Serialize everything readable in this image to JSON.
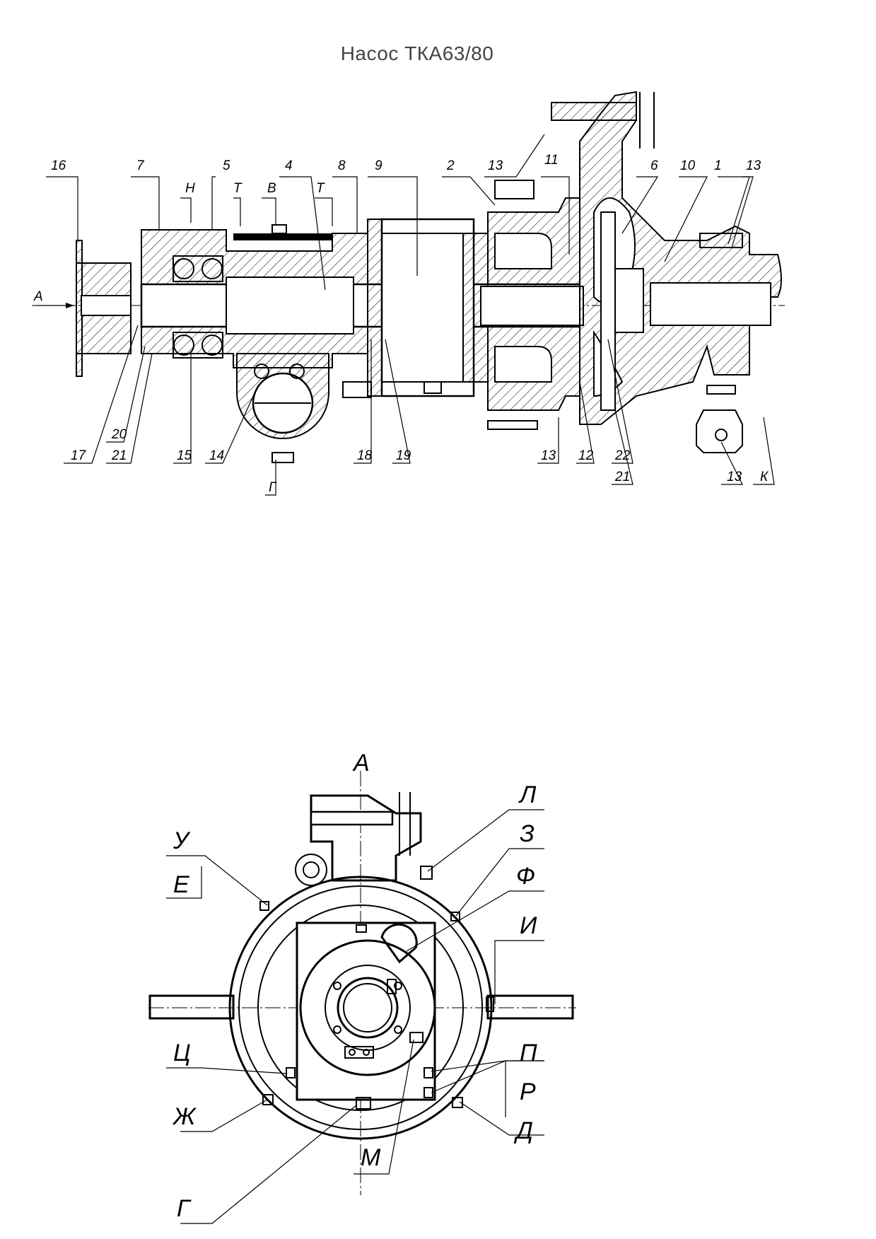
{
  "title": "Насос ТКА63/80",
  "section_view": {
    "top_labels": [
      "16",
      "7",
      "Н",
      "5",
      "Т",
      "В",
      "4",
      "Т",
      "8",
      "9",
      "2",
      "13",
      "11",
      "6",
      "10",
      "1",
      "13"
    ],
    "bottom_labels": [
      "17",
      "20",
      "21",
      "15",
      "14",
      "Г",
      "18",
      "19",
      "13",
      "12",
      "22",
      "21",
      "13",
      "К"
    ],
    "arrow_label": "А"
  },
  "end_view": {
    "top_label": "А",
    "left_labels": [
      "У",
      "Е",
      "Ц",
      "Ж",
      "Г"
    ],
    "right_labels": [
      "Л",
      "З",
      "Ф",
      "И",
      "П",
      "Р",
      "Д"
    ],
    "bottom_labels": [
      "М"
    ]
  }
}
